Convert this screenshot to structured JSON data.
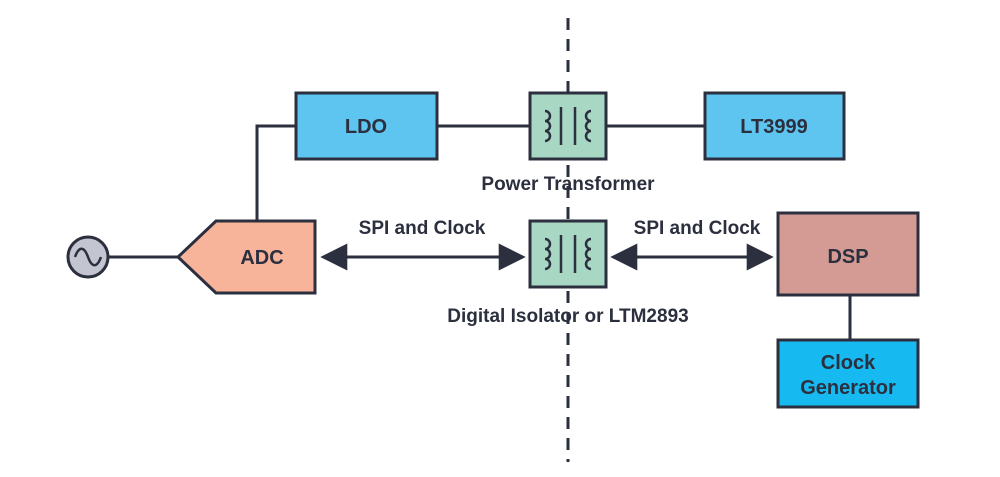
{
  "colors": {
    "line": "#2b2f3e",
    "ldo_fill": "#5ec5f0",
    "lt3999_fill": "#5ec5f0",
    "clock_fill": "#17baf0",
    "transformer_fill": "#a8d8c4",
    "adc_fill": "#f7b49b",
    "dsp_fill": "#d49b95",
    "source_fill": "#c3c6d0"
  },
  "blocks": {
    "ldo": "LDO",
    "lt3999": "LT3999",
    "adc": "ADC",
    "dsp": "DSP",
    "clock_generator_line1": "Clock",
    "clock_generator_line2": "Generator"
  },
  "labels": {
    "power_transformer": "Power Transformer",
    "digital_isolator": "Digital Isolator or LTM2893",
    "spi_clock_left": "SPI and Clock",
    "spi_clock_right": "SPI and Clock"
  },
  "icons": {
    "signal_source": "sine-wave-source-icon",
    "power_transformer": "transformer-icon",
    "digital_isolator": "transformer-icon"
  }
}
